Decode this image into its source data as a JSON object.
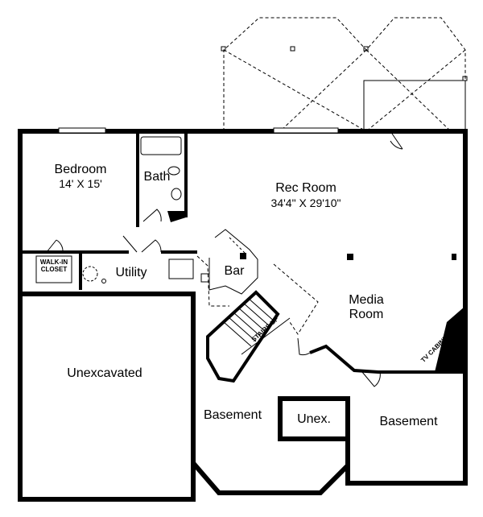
{
  "title": "Basement Floor Plan",
  "rooms": {
    "bedroom": {
      "name": "Bedroom",
      "size": "14' X 15'"
    },
    "bath": {
      "name": "Bath"
    },
    "rec_room": {
      "name": "Rec Room",
      "size": "34'4\" X 29'10\""
    },
    "walk_in_closet": {
      "name": "WALK-IN",
      "name2": "CLOSET"
    },
    "utility": {
      "name": "Utility"
    },
    "bar": {
      "name": "Bar"
    },
    "media_room": {
      "name": "Media",
      "name2": "Room"
    },
    "stairs": {
      "name": "STAIRS UP"
    },
    "tv_cabinet": {
      "name": "TV CABINET"
    },
    "unexcavated": {
      "name": "Unexcavated"
    },
    "basement_center": {
      "name": "Basement"
    },
    "unex_small": {
      "name": "Unex."
    },
    "basement_right": {
      "name": "Basement"
    }
  },
  "colors": {
    "wall": "#000000",
    "background": "#ffffff"
  }
}
